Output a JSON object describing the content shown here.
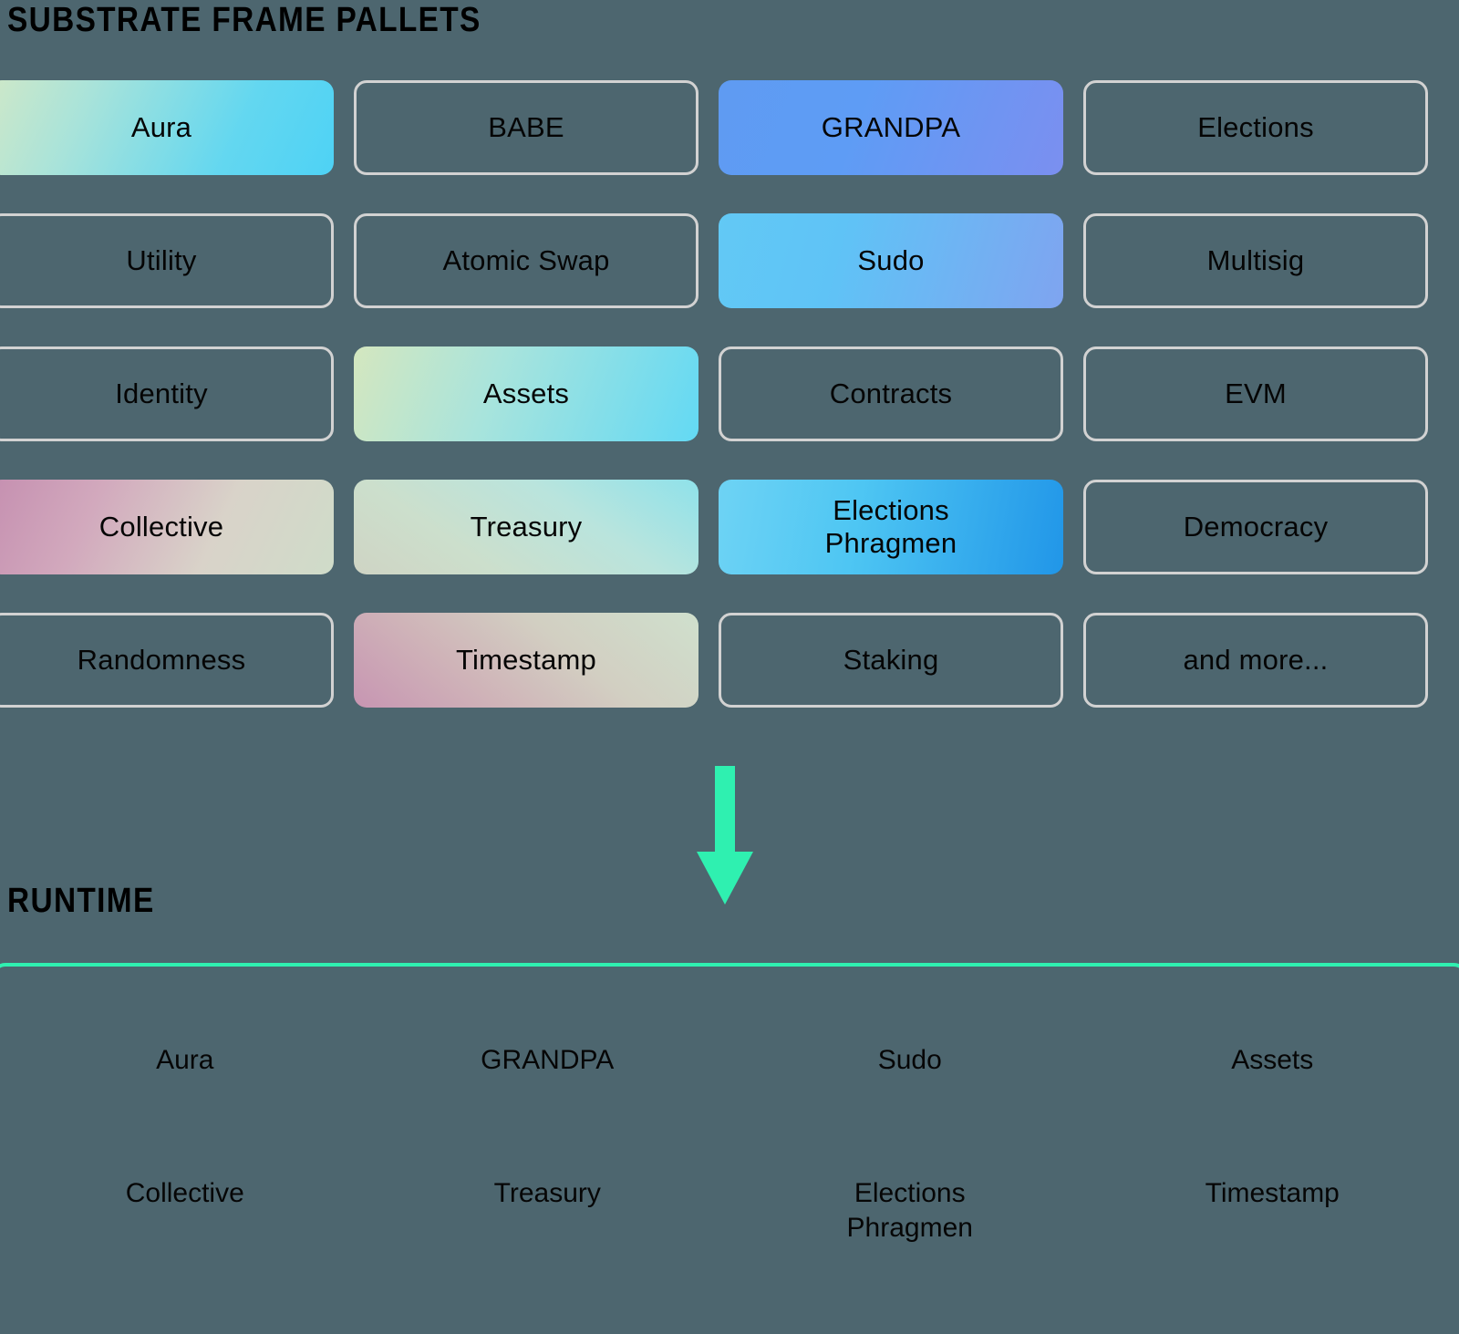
{
  "headings": {
    "pallets": "SUBSTRATE FRAME PALLETS",
    "runtime": "RUNTIME"
  },
  "colors": {
    "background": "#4d666f",
    "outline_border": "#d2d2d2",
    "runtime_border": "#2ff0b0",
    "arrow": "#2ff0b0",
    "text": "#050505"
  },
  "pallets": [
    {
      "label": "Aura",
      "style": "filled",
      "gradient": "g-aura",
      "selected": true
    },
    {
      "label": "BABE",
      "style": "outlined",
      "gradient": "",
      "selected": false
    },
    {
      "label": "GRANDPA",
      "style": "filled",
      "gradient": "g-grandpa",
      "selected": true
    },
    {
      "label": "Elections",
      "style": "outlined",
      "gradient": "",
      "selected": false
    },
    {
      "label": "Utility",
      "style": "outlined",
      "gradient": "",
      "selected": false
    },
    {
      "label": "Atomic Swap",
      "style": "outlined",
      "gradient": "",
      "selected": false
    },
    {
      "label": "Sudo",
      "style": "filled",
      "gradient": "g-sudo",
      "selected": true
    },
    {
      "label": "Multisig",
      "style": "outlined",
      "gradient": "",
      "selected": false
    },
    {
      "label": "Identity",
      "style": "outlined",
      "gradient": "",
      "selected": false
    },
    {
      "label": "Assets",
      "style": "filled",
      "gradient": "g-assets",
      "selected": true
    },
    {
      "label": "Contracts",
      "style": "outlined",
      "gradient": "",
      "selected": false
    },
    {
      "label": "EVM",
      "style": "outlined",
      "gradient": "",
      "selected": false
    },
    {
      "label": "Collective",
      "style": "filled",
      "gradient": "g-collective",
      "selected": true
    },
    {
      "label": "Treasury",
      "style": "filled",
      "gradient": "g-treasury",
      "selected": true
    },
    {
      "label": "Elections\nPhragmen",
      "style": "filled",
      "gradient": "g-phragmen",
      "selected": true
    },
    {
      "label": "Democracy",
      "style": "outlined",
      "gradient": "",
      "selected": false
    },
    {
      "label": "Randomness",
      "style": "outlined",
      "gradient": "",
      "selected": false
    },
    {
      "label": "Timestamp",
      "style": "filled",
      "gradient": "g-timestamp",
      "selected": true
    },
    {
      "label": "Staking",
      "style": "outlined",
      "gradient": "",
      "selected": false
    },
    {
      "label": "and more...",
      "style": "outlined",
      "gradient": "",
      "selected": false
    }
  ],
  "arrow": {
    "direction": "down",
    "icon": "arrow-down-icon"
  },
  "runtime_items": [
    {
      "label": "Aura"
    },
    {
      "label": "GRANDPA"
    },
    {
      "label": "Sudo"
    },
    {
      "label": "Assets"
    },
    {
      "label": "Collective"
    },
    {
      "label": "Treasury"
    },
    {
      "label": "Elections\nPhragmen"
    },
    {
      "label": "Timestamp"
    }
  ]
}
